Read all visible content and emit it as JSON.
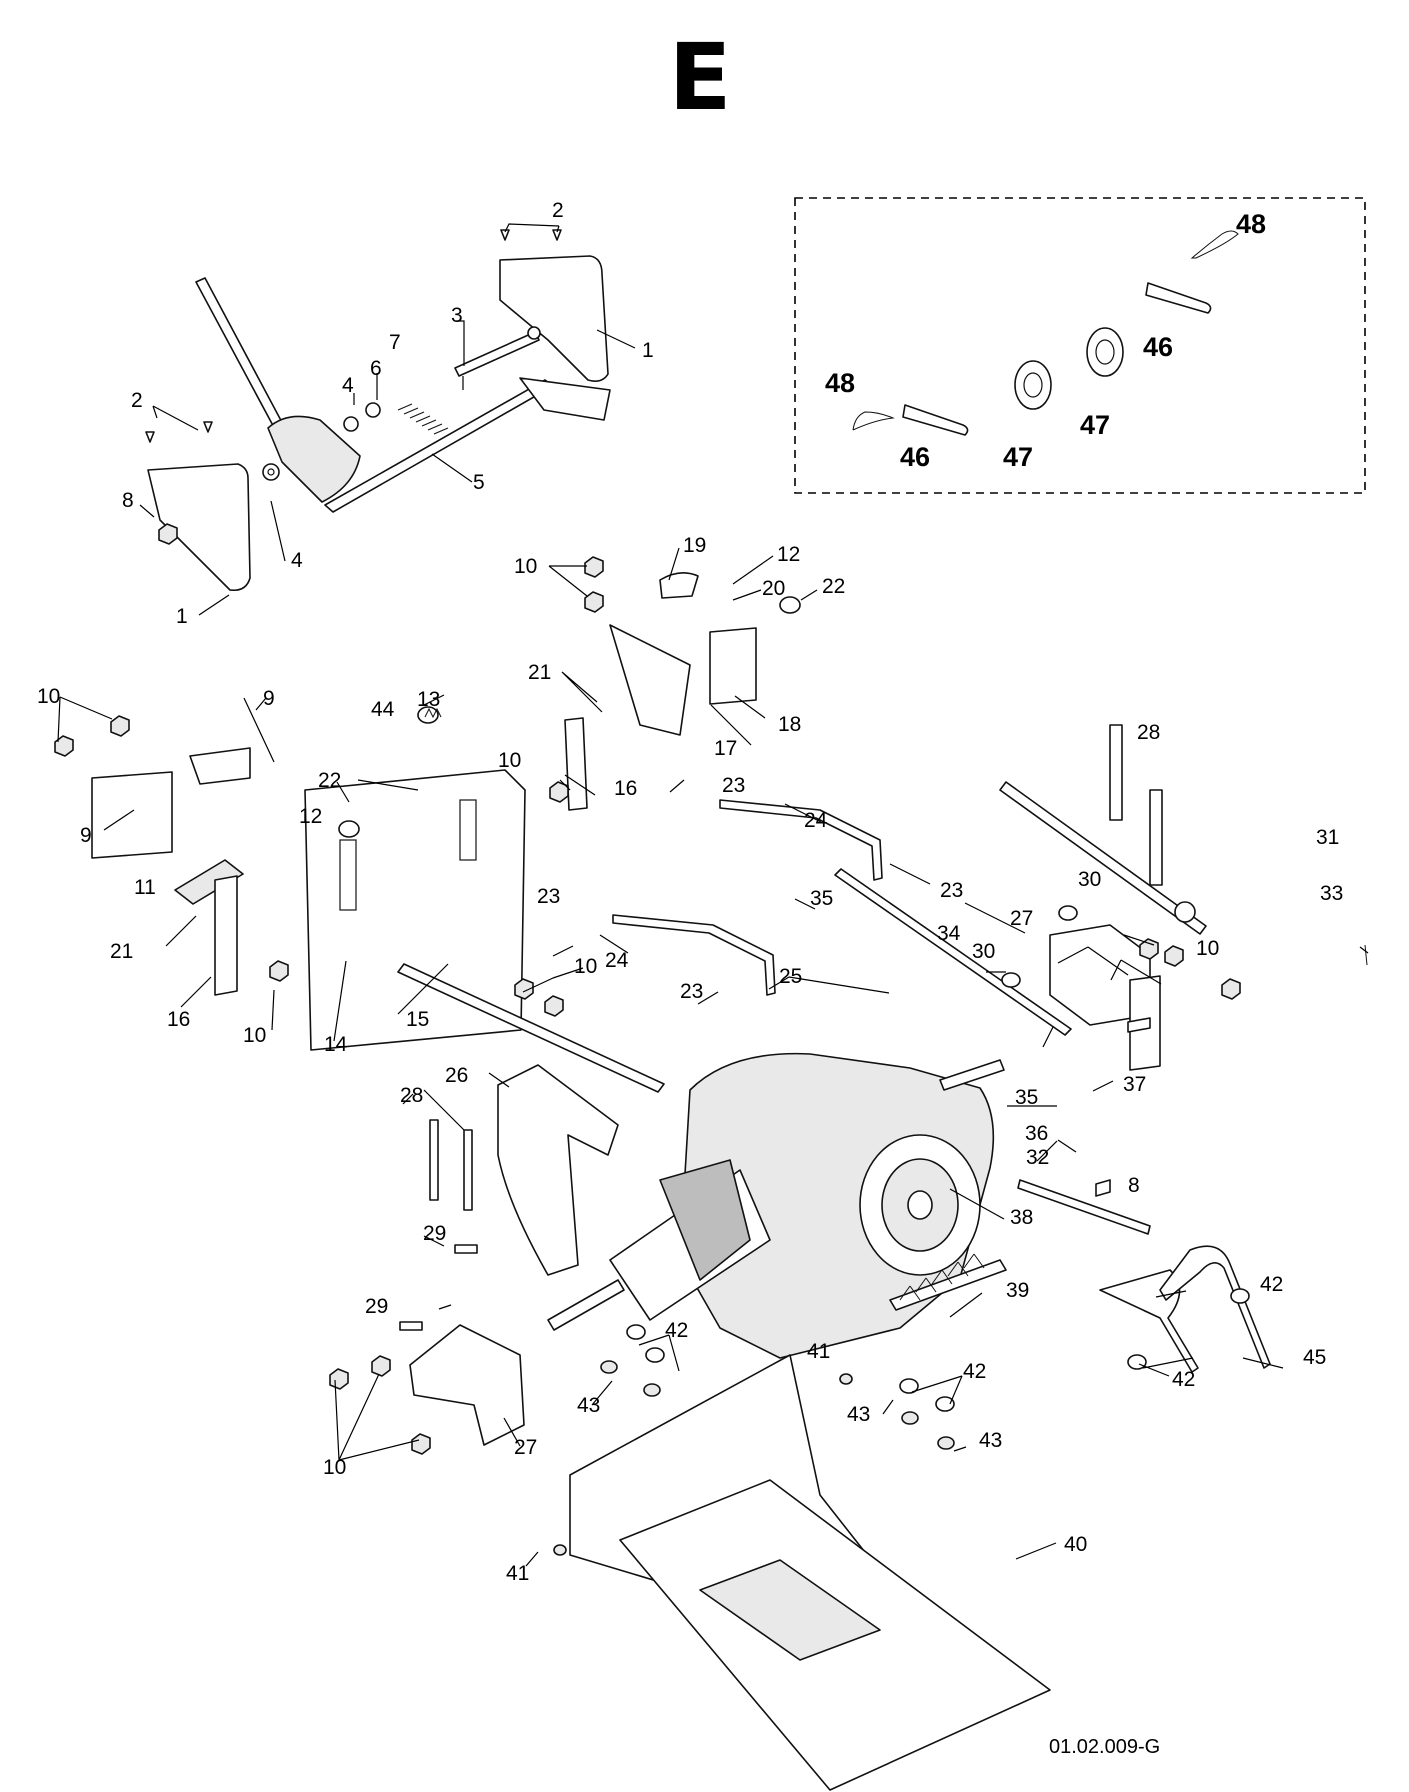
{
  "section_letter": "E",
  "drawing_number": "01.02.009-G",
  "callouts": {
    "c1": "1",
    "c2": "2",
    "c3": "3",
    "c4": "4",
    "c5": "5",
    "c6": "6",
    "c7": "7",
    "c8": "8",
    "c9": "9",
    "c10": "10",
    "c11": "11",
    "c12": "12",
    "c13": "13",
    "c14": "14",
    "c15": "15",
    "c16": "16",
    "c17": "17",
    "c18": "18",
    "c19": "19",
    "c20": "20",
    "c21": "21",
    "c22": "22",
    "c23": "23",
    "c24": "24",
    "c25": "25",
    "c26": "26",
    "c27": "27",
    "c28": "28",
    "c29": "29",
    "c30": "30",
    "c31": "31",
    "c32": "32",
    "c33": "33",
    "c34": "34",
    "c35": "35",
    "c36": "36",
    "c37": "37",
    "c38": "38",
    "c39": "39",
    "c40": "40",
    "c41": "41",
    "c42": "42",
    "c43": "43",
    "c44": "44",
    "c45": "45",
    "c46": "46",
    "c47": "47",
    "c48": "48"
  }
}
